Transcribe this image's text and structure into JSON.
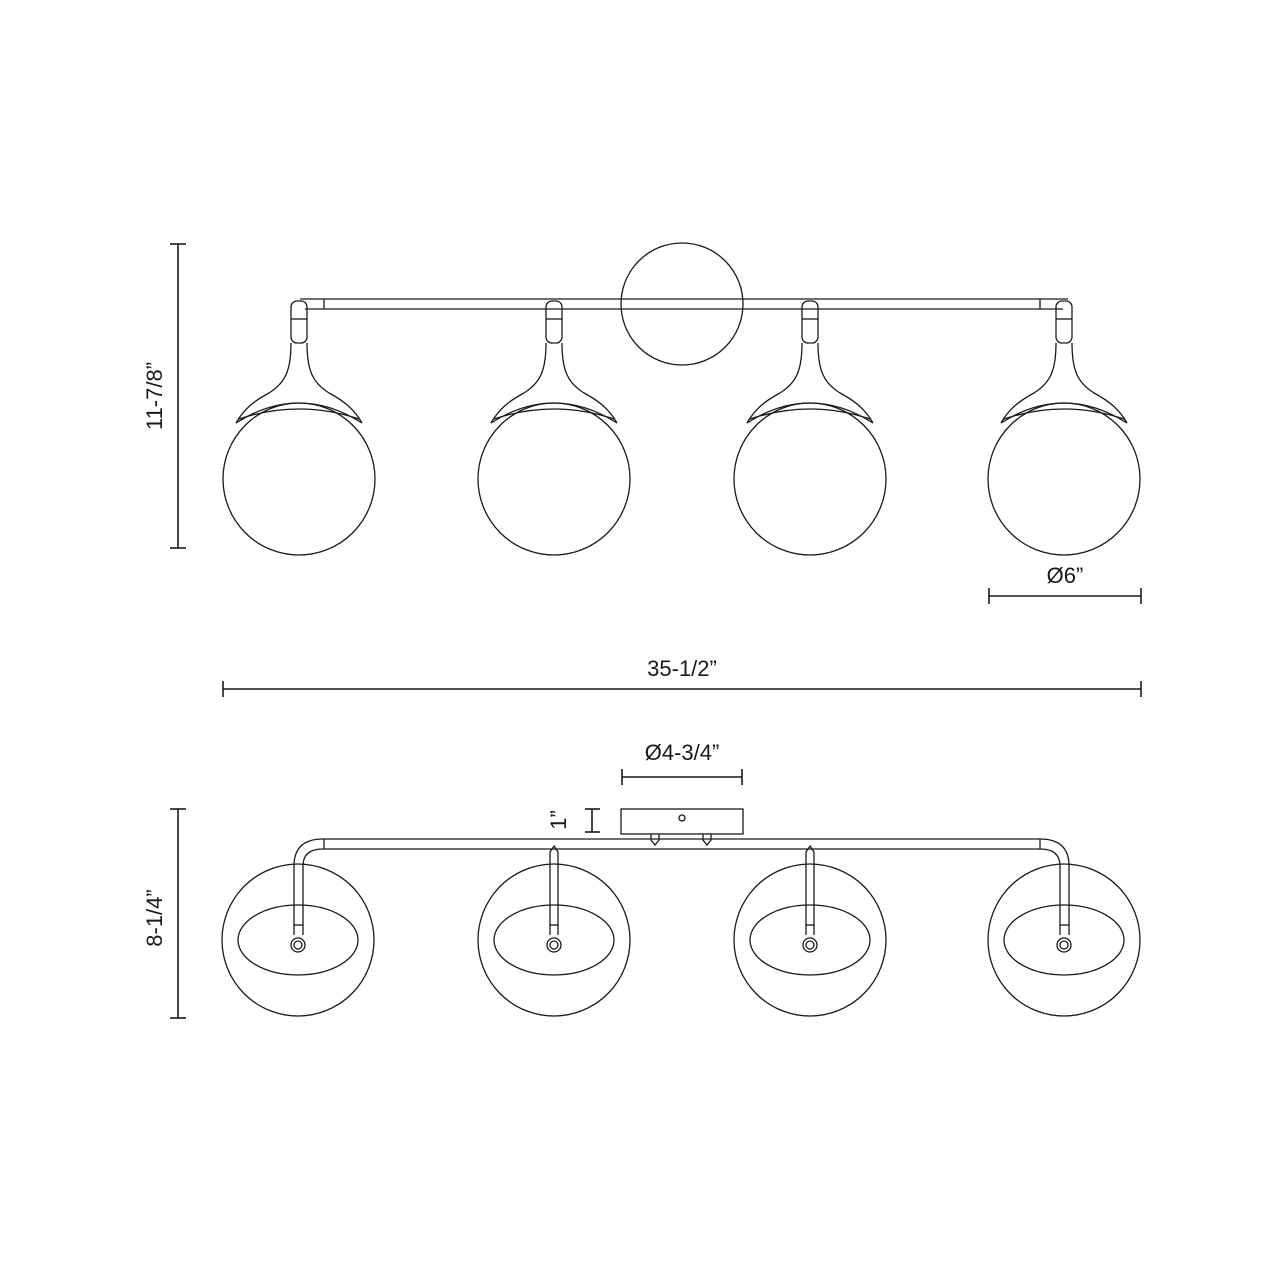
{
  "drawing": {
    "front_view": {
      "height_label": "11-7/8”",
      "globe_diameter_label": "Ø6”",
      "globe_count": 4
    },
    "overall_width_label": "35-1/2”",
    "top_view": {
      "canopy_diameter_label": "Ø4-3/4”",
      "canopy_depth_label": "1”",
      "depth_label": "8-1/4”",
      "globe_count": 4
    },
    "colors": {
      "line": "#1a1a1a",
      "background": "#ffffff"
    }
  }
}
